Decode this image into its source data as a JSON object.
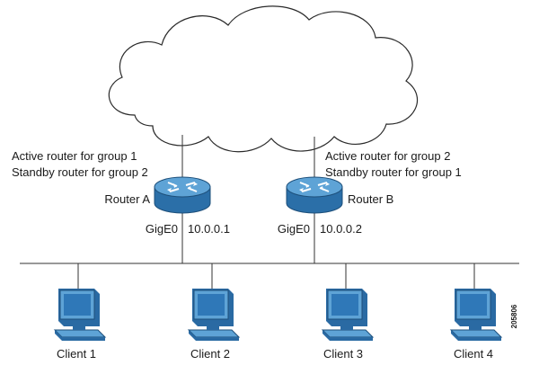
{
  "router_a": {
    "label": "Router A",
    "role_primary": "Active router for group 1",
    "role_secondary": "Standby router for group 2",
    "interface": "GigE0",
    "ip": "10.0.0.1"
  },
  "router_b": {
    "label": "Router B",
    "role_primary": "Active router for group 2",
    "role_secondary": "Standby router for group 1",
    "interface": "GigE0",
    "ip": "10.0.0.2"
  },
  "clients": [
    {
      "label": "Client 1"
    },
    {
      "label": "Client 2"
    },
    {
      "label": "Client 3"
    },
    {
      "label": "Client 4"
    }
  ],
  "figure_id": "205806",
  "colors": {
    "router_body": "#2b6fa8",
    "router_top": "#5ea3d6",
    "pc_screen": "#3d86c6",
    "pc_body": "#2a6aa3",
    "line": "#333333"
  }
}
